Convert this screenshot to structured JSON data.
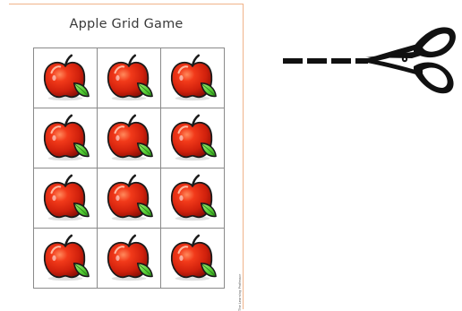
{
  "document": {
    "title": "Apple Grid Game",
    "credit": "The Learning Professor"
  },
  "grid": {
    "rows": 4,
    "columns": 3,
    "item_icon": "apple-icon"
  },
  "cut_guide": {
    "icon": "scissors-icon",
    "line_style": "dashed"
  },
  "colors": {
    "apple_red": "#e02a12",
    "apple_dark": "#8e0f06",
    "leaf_green": "#5bd13a",
    "grid_line": "#8a8a8a",
    "page_border": "#f0b48a",
    "scissors": "#111111"
  }
}
